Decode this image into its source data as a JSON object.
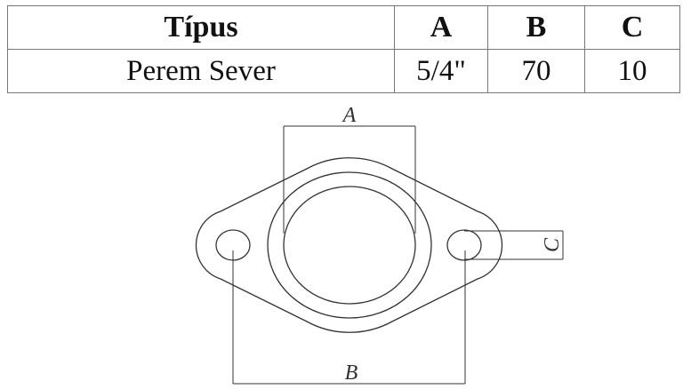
{
  "table": {
    "headers": [
      "Típus",
      "A",
      "B",
      "C"
    ],
    "rows": [
      [
        "Perem Sever",
        "5/4\"",
        "70",
        "10"
      ]
    ]
  },
  "drawing": {
    "labels": {
      "a": "A",
      "b": "B",
      "c": "C"
    }
  }
}
